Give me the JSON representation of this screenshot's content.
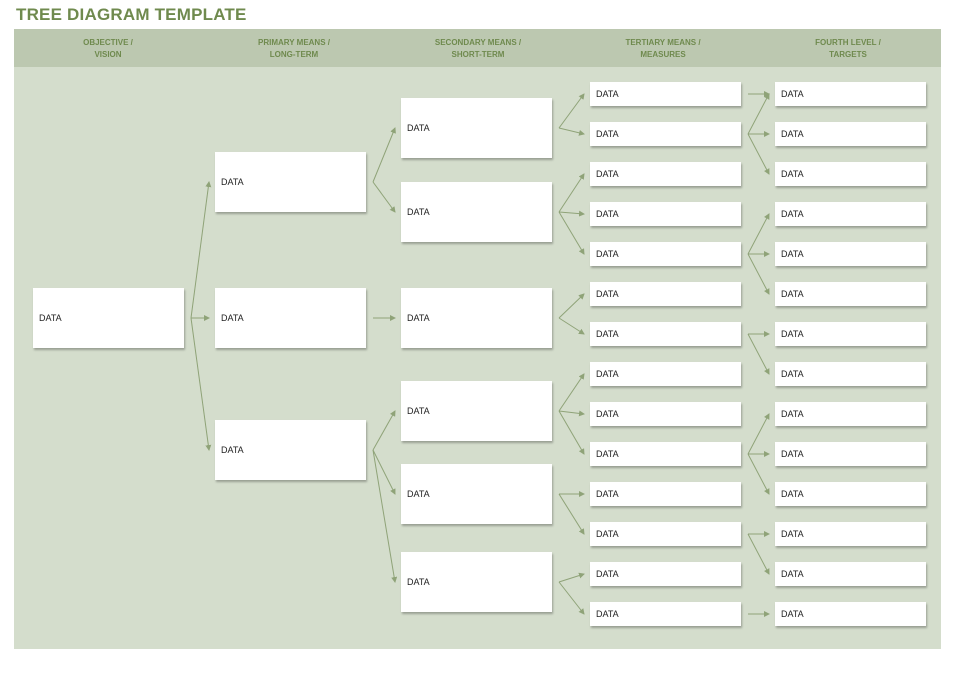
{
  "title": "TREE DIAGRAM TEMPLATE",
  "columns": {
    "c0": {
      "line1": "OBJECTIVE /",
      "line2": "VISION"
    },
    "c1": {
      "line1": "PRIMARY MEANS /",
      "line2": "LONG-TERM"
    },
    "c2": {
      "line1": "SECONDARY MEANS /",
      "line2": "SHORT-TERM"
    },
    "c3": {
      "line1": "TERTIARY MEANS /",
      "line2": "MEASURES"
    },
    "c4": {
      "line1": "FOURTH LEVEL /",
      "line2": "TARGETS"
    }
  },
  "node_label": "DATA",
  "colors": {
    "accent": "#6f8a4e",
    "panel": "#d4ddcc",
    "header": "#bcc8b0",
    "arrow": "#8fa378"
  }
}
